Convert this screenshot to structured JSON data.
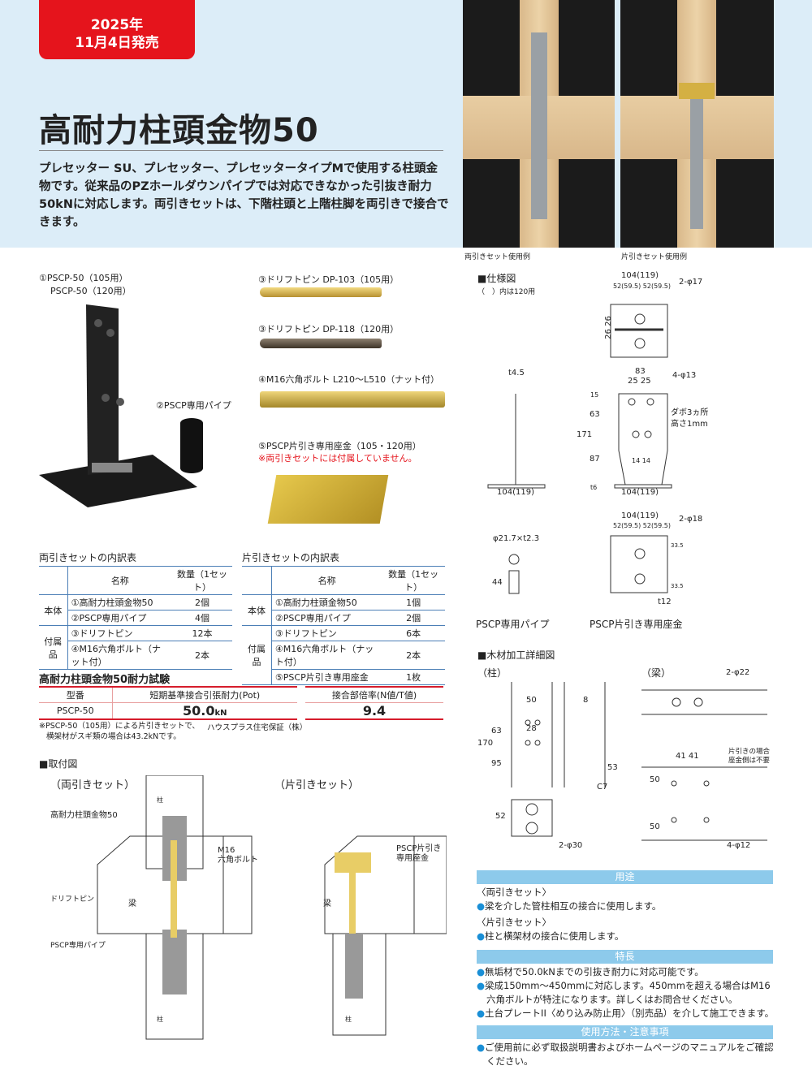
{
  "release": {
    "line1": "2025年",
    "line2": "11月4日発売"
  },
  "title": "高耐力柱頭金物50",
  "description": "プレセッター SU、プレセッター、プレセッタータイプMで使用する柱頭金物です。従来品のPZホールダウンパイプでは対応できなかった引抜き耐力50kNに対応します。両引きセットは、下階柱頭と上階柱脚を両引きで接合できます。",
  "photos": {
    "caption1": "両引きセット使用例",
    "caption2": "片引きセット使用例"
  },
  "products": {
    "p1a": "①PSCP-50（105用）",
    "p1b": "PSCP-50（120用）",
    "p2": "②PSCP専用パイプ",
    "p3a": "③ドリフトピン DP-103（105用）",
    "p3b": "③ドリフトピン DP-118（120用）",
    "p4": "④M16六角ボルト L210～L510（ナット付）",
    "p5": "⑤PSCP片引き専用座金（105・120用）",
    "p5note": "※両引きセットには付属していません。"
  },
  "table_ryobiki": {
    "title": "両引きセットの内訳表",
    "headers": [
      "名称",
      "数量（1セット）"
    ],
    "group1": "本体",
    "group2": "付属品",
    "rows": [
      [
        "①高耐力柱頭金物50",
        "2個"
      ],
      [
        "②PSCP専用パイプ",
        "4個"
      ],
      [
        "③ドリフトピン",
        "12本"
      ],
      [
        "④M16六角ボルト（ナット付）",
        "2本"
      ]
    ]
  },
  "table_katabiki": {
    "title": "片引きセットの内訳表",
    "headers": [
      "名称",
      "数量（1セット）"
    ],
    "group1": "本体",
    "group2": "付属品",
    "rows": [
      [
        "①高耐力柱頭金物50",
        "1個"
      ],
      [
        "②PSCP専用パイプ",
        "2個"
      ],
      [
        "③ドリフトピン",
        "6本"
      ],
      [
        "④M16六角ボルト（ナット付）",
        "2本"
      ],
      [
        "⑤PSCP片引き専用座金",
        "1枚"
      ]
    ]
  },
  "test": {
    "title": "高耐力柱頭金物50耐力試験",
    "h_model": "型番",
    "h_pot": "短期基準接合引張耐力(Pot)",
    "h_ratio": "接合部倍率(N値/T値)",
    "model": "PSCP-50",
    "pot": "50.0",
    "pot_unit": "kN",
    "ratio": "9.4",
    "note1": "※PSCP-50（105用）による片引きセットで、",
    "note2": "横架材がスギ類の場合は43.2kNです。",
    "source": "ハウスプラス住宅保証（株）"
  },
  "install": {
    "title": "■取付図",
    "left": "（両引きセット）",
    "right": "（片引きセット）",
    "labels": {
      "kanamono": "高耐力柱頭金物50",
      "bolt1": "M16",
      "bolt2": "六角ボルト",
      "pin": "ドリフトピン",
      "pipe": "PSCP専用パイプ",
      "beam": "梁",
      "col": "柱",
      "washer1": "PSCP片引き",
      "washer2": "専用座金"
    }
  },
  "spec": {
    "title": "■仕様図",
    "note": "（　）内は120用",
    "d104": "104(119)",
    "d52": "52(59.5)",
    "phi17": "2-φ17",
    "d26": "26",
    "t45": "t4.5",
    "d83": "83",
    "d25": "25",
    "phi13": "4-φ13",
    "d15": "15",
    "d63": "63",
    "d171": "171",
    "d87": "87",
    "d14": "14",
    "t6": "t6",
    "dabo1": "ダボ3ヵ所",
    "dabo2": "高さ1mm",
    "pipe_dim": "φ21.7×t2.3",
    "d44": "44",
    "phi18": "2-φ18",
    "d335": "33.5",
    "t12": "t12",
    "pipe_label": "PSCP専用パイプ",
    "washer_label": "PSCP片引き専用座金"
  },
  "wood": {
    "title": "■木材加工詳細図",
    "col": "（柱）",
    "beam": "（梁）",
    "d50": "50",
    "d28": "28",
    "d8": "8",
    "d170": "170",
    "d63": "63",
    "d95": "95",
    "d53": "53",
    "c7": "C7",
    "d52": "52",
    "phi30": "2-φ30",
    "phi22": "2-φ22",
    "d41": "41",
    "note1": "片引きの場合",
    "note2": "座金側は不要",
    "phi12": "4-φ12"
  },
  "sections": {
    "use": {
      "title": "用途",
      "sub1": "〈両引きセット〉",
      "item1": "梁を介した管柱相互の接合に使用します。",
      "sub2": "〈片引きセット〉",
      "item2": "柱と横架材の接合に使用します。"
    },
    "features": {
      "title": "特長",
      "items": [
        "無垢材で50.0kNまでの引抜き耐力に対応可能です。",
        "梁成150mm～450mmに対応します。450mmを超える場合はM16六角ボルトが特注になります。詳しくはお問合せください。",
        "土台プレートII〈めり込み防止用〉（別売品）を介して施工できます。"
      ]
    },
    "caution": {
      "title": "使用方法・注意事項",
      "items": [
        "ご使用前に必ず取扱説明書およびホームページのマニュアルをご確認ください。"
      ]
    }
  },
  "colors": {
    "red": "#e5141c",
    "banner": "#dcedf8",
    "section": "#8dcaeb",
    "tableline": "#4c7fb6"
  }
}
